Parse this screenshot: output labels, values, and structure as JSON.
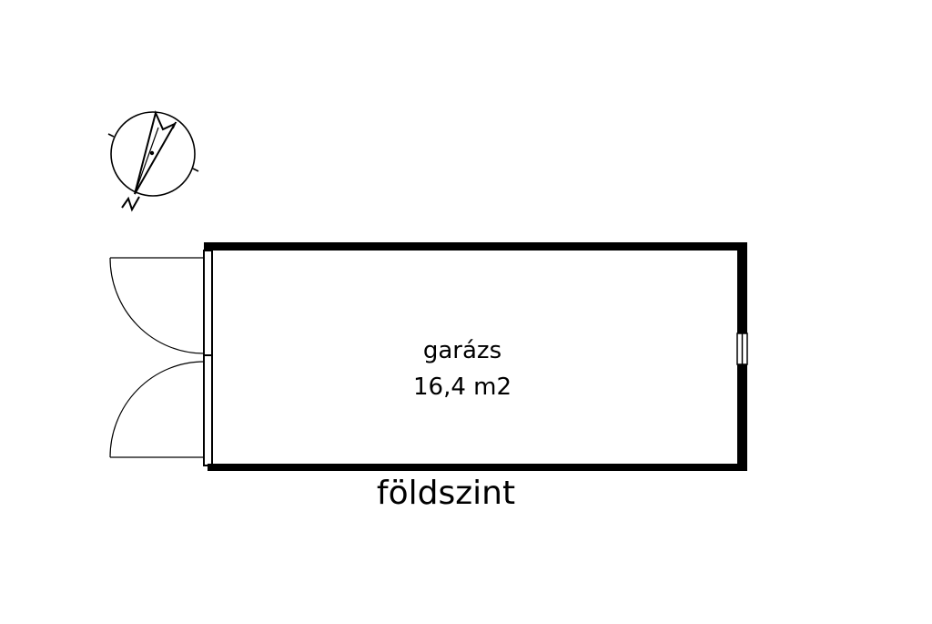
{
  "room": {
    "name": "garázs",
    "area": "16,4 m2"
  },
  "floor": {
    "label": "földszint"
  },
  "colors": {
    "wall": "#000000",
    "background": "#ffffff"
  },
  "icons": {
    "compass": "north-arrow-icon",
    "doors": "double-swing-door"
  }
}
